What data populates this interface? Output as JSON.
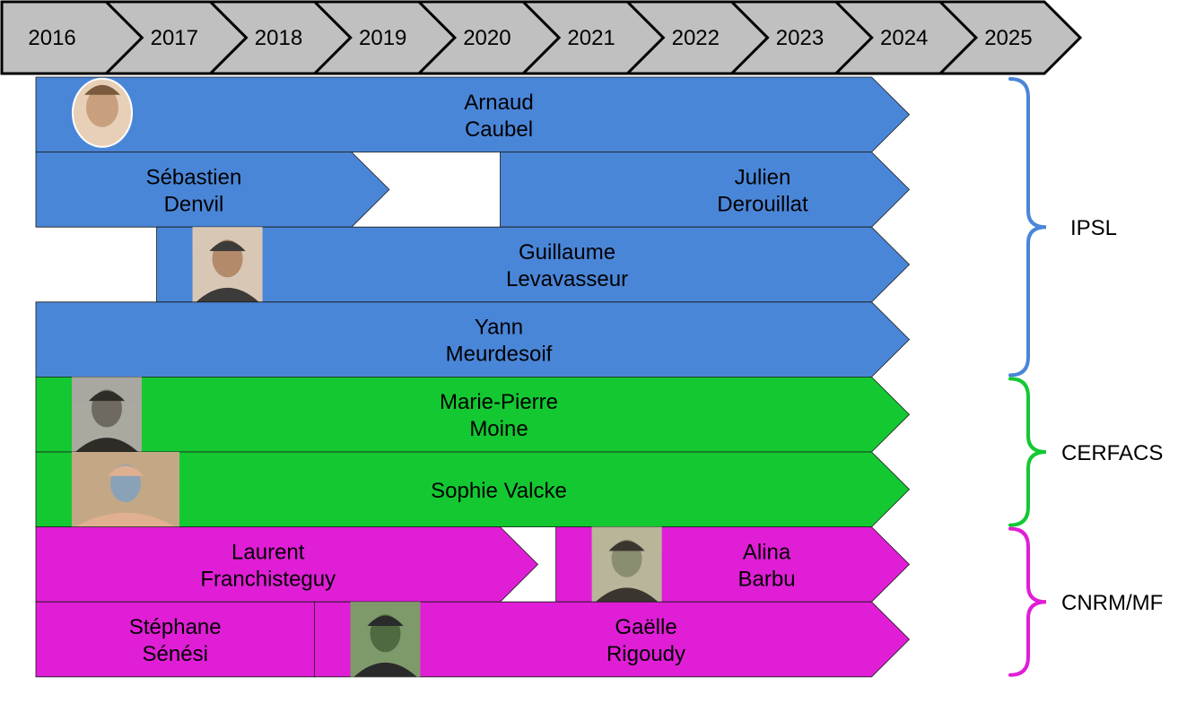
{
  "timeline": {
    "years": [
      "2016",
      "2017",
      "2018",
      "2019",
      "2020",
      "2021",
      "2022",
      "2023",
      "2024",
      "2025"
    ],
    "fill_color": "#c0c0c0"
  },
  "colors": {
    "ipsl": "#4a86d8",
    "cerfacs": "#14c832",
    "cnrm": "#e01ed6"
  },
  "people": [
    {
      "line1": "Arnaud",
      "line2": "Caubel",
      "group": "ipsl",
      "row": 0,
      "start": 2016,
      "end": 2025,
      "has_photo": true
    },
    {
      "line1": "Sébastien",
      "line2": "Denvil",
      "group": "ipsl",
      "row": 1,
      "start": 2016,
      "end": 2019.4,
      "has_photo": false
    },
    {
      "line1": "Julien",
      "line2": "Derouillat",
      "group": "ipsl",
      "row": 1,
      "start": 2021,
      "end": 2025,
      "has_photo": false
    },
    {
      "line1": "Guillaume",
      "line2": "Levavasseur",
      "group": "ipsl",
      "row": 2,
      "start": 2017.3,
      "end": 2025,
      "has_photo": true
    },
    {
      "line1": "Yann",
      "line2": "Meurdesoif",
      "group": "ipsl",
      "row": 3,
      "start": 2016,
      "end": 2025,
      "has_photo": false
    },
    {
      "line1": "Marie-Pierre",
      "line2": "Moine",
      "group": "cerfacs",
      "row": 4,
      "start": 2016,
      "end": 2025,
      "has_photo": true
    },
    {
      "line1": "Sophie Valcke",
      "line2": "",
      "group": "cerfacs",
      "row": 5,
      "start": 2016,
      "end": 2025,
      "has_photo": true
    },
    {
      "line1": "Laurent",
      "line2": "Franchisteguy",
      "group": "cnrm",
      "row": 6,
      "start": 2016,
      "end": 2021,
      "has_photo": false
    },
    {
      "line1": "Alina",
      "line2": "Barbu",
      "group": "cnrm",
      "row": 6,
      "start": 2021.6,
      "end": 2025,
      "has_photo": true
    },
    {
      "line1": "Stéphane",
      "line2": "Sénési",
      "group": "cnrm",
      "row": 7,
      "start": 2016,
      "end": 2019,
      "has_photo": false
    },
    {
      "line1": "Gaëlle",
      "line2": "Rigoudy",
      "group": "cnrm",
      "row": 7,
      "start": 2019,
      "end": 2025,
      "has_photo": true
    }
  ],
  "groups": [
    {
      "label": "IPSL",
      "key": "ipsl",
      "row_start": 0,
      "row_end": 3
    },
    {
      "label": "CERFACS",
      "key": "cerfacs",
      "row_start": 4,
      "row_end": 5
    },
    {
      "label": "CNRM/MF",
      "key": "cnrm",
      "row_start": 6,
      "row_end": 7
    }
  ]
}
